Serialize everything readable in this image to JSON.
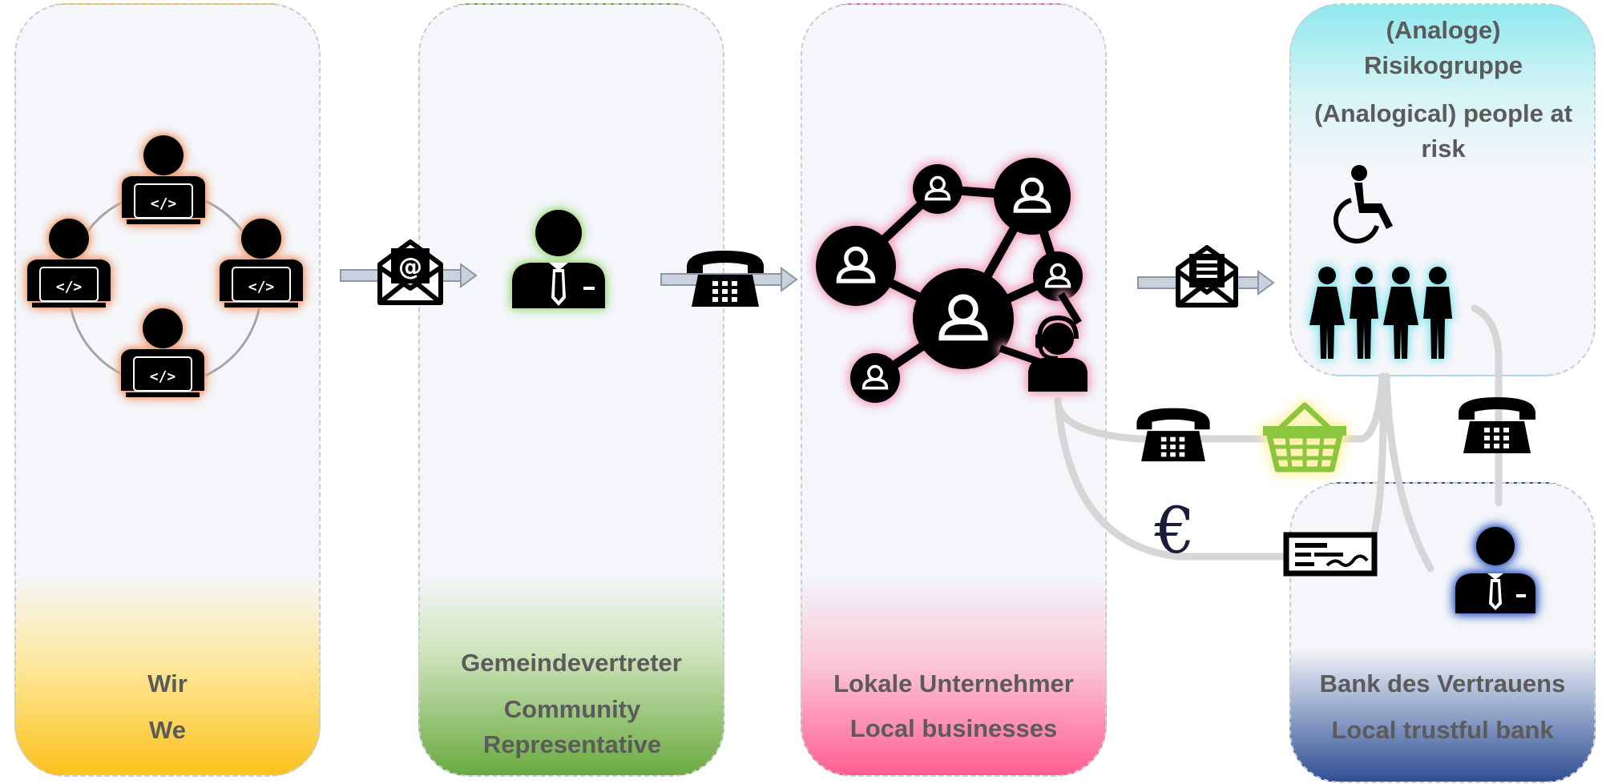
{
  "panels": {
    "we": {
      "label_de": "Wir",
      "label_en": "We"
    },
    "representative": {
      "label_de": "Gemeindevertreter",
      "label_en": "Community Representative"
    },
    "businesses": {
      "label_de": "Lokale Unternehmer",
      "label_en": "Local businesses"
    },
    "risk_group": {
      "label_de": "(Analoge) Risikogruppe",
      "label_en": "(Analogical) people at risk"
    },
    "bank": {
      "label_de": "Bank des Vertrauens",
      "label_en": "Local trustful bank"
    }
  },
  "symbols": {
    "currency": "€"
  },
  "icons": {
    "developers": "developers-circle-icon",
    "email": "email-at-icon",
    "representative": "businessman-icon",
    "phone": "phone-icon",
    "network": "people-network-icon",
    "support_agent": "support-agent-icon",
    "letter": "letter-icon",
    "wheelchair": "wheelchair-icon",
    "people_group": "people-group-icon",
    "basket": "shopping-basket-icon",
    "cheque": "cheque-icon",
    "banker": "banker-icon"
  },
  "colors": {
    "we": "#fcc21b",
    "representative": "#6aaa40",
    "businesses": "#ff5f91",
    "risk_group": "#8fe9ee",
    "bank": "#2f4f93",
    "basket": "#8cc63f",
    "text": "#5b5b5b"
  }
}
